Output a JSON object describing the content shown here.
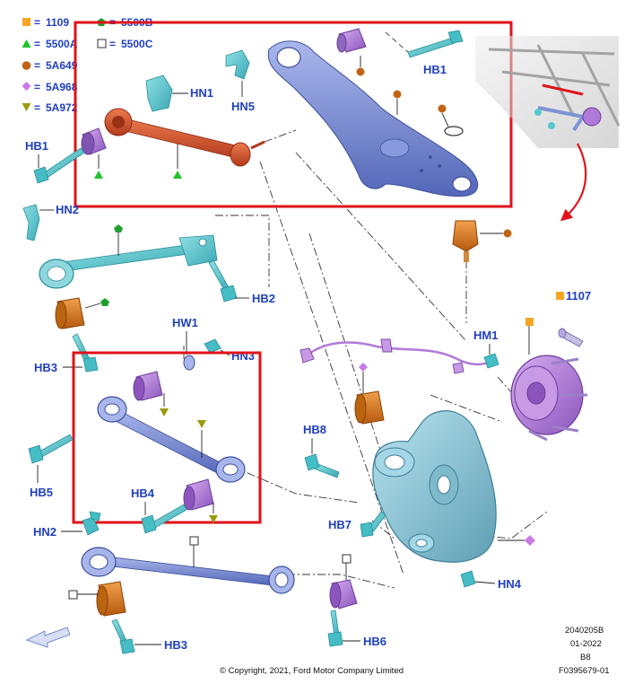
{
  "legend": [
    {
      "marker": "square",
      "color": "#f5a623",
      "code": "1109"
    },
    {
      "marker": "pentagon",
      "color": "#1fa02f",
      "code": "5500B"
    },
    {
      "marker": "triangle-up",
      "color": "#22c22a",
      "code": "5500A"
    },
    {
      "marker": "hollow-square",
      "color": "#333333",
      "code": "5500C"
    },
    {
      "marker": "circle",
      "color": "#c06414",
      "code": "5A649"
    },
    {
      "marker": "diamond",
      "color": "#c77be6",
      "code": "5A968"
    },
    {
      "marker": "triangle-down",
      "color": "#9a9a10",
      "code": "5A972"
    }
  ],
  "legend_eq": "=",
  "labels": {
    "hb1_top": "HB1",
    "hn1": "HN1",
    "hn5": "HN5",
    "hb1_left": "HB1",
    "hn2_top": "HN2",
    "hb2": "HB2",
    "hb3_mid": "HB3",
    "hw1": "HW1",
    "hn3": "HN3",
    "hb5": "HB5",
    "hb4": "HB4",
    "hn2_bot": "HN2",
    "hb3_bot": "HB3",
    "hb8": "HB8",
    "hb7": "HB7",
    "hm1": "HM1",
    "p1107": "1107",
    "hn4": "HN4",
    "hb6": "HB6"
  },
  "footer": {
    "copyright": "© Copyright, 2021, Ford Motor Company Limited",
    "ref1": "2040205B",
    "ref2": "01-2022",
    "ref3": "B8",
    "ref4": "F0395679-01"
  },
  "colors": {
    "highlight_box": "#e0121a",
    "part_blue": "#7f93d6",
    "part_cyan": "#55c9cf",
    "part_red": "#d5532f",
    "part_orange": "#cf6f1c",
    "part_purple": "#b07ad9",
    "label_text": "#1f3fbf"
  }
}
